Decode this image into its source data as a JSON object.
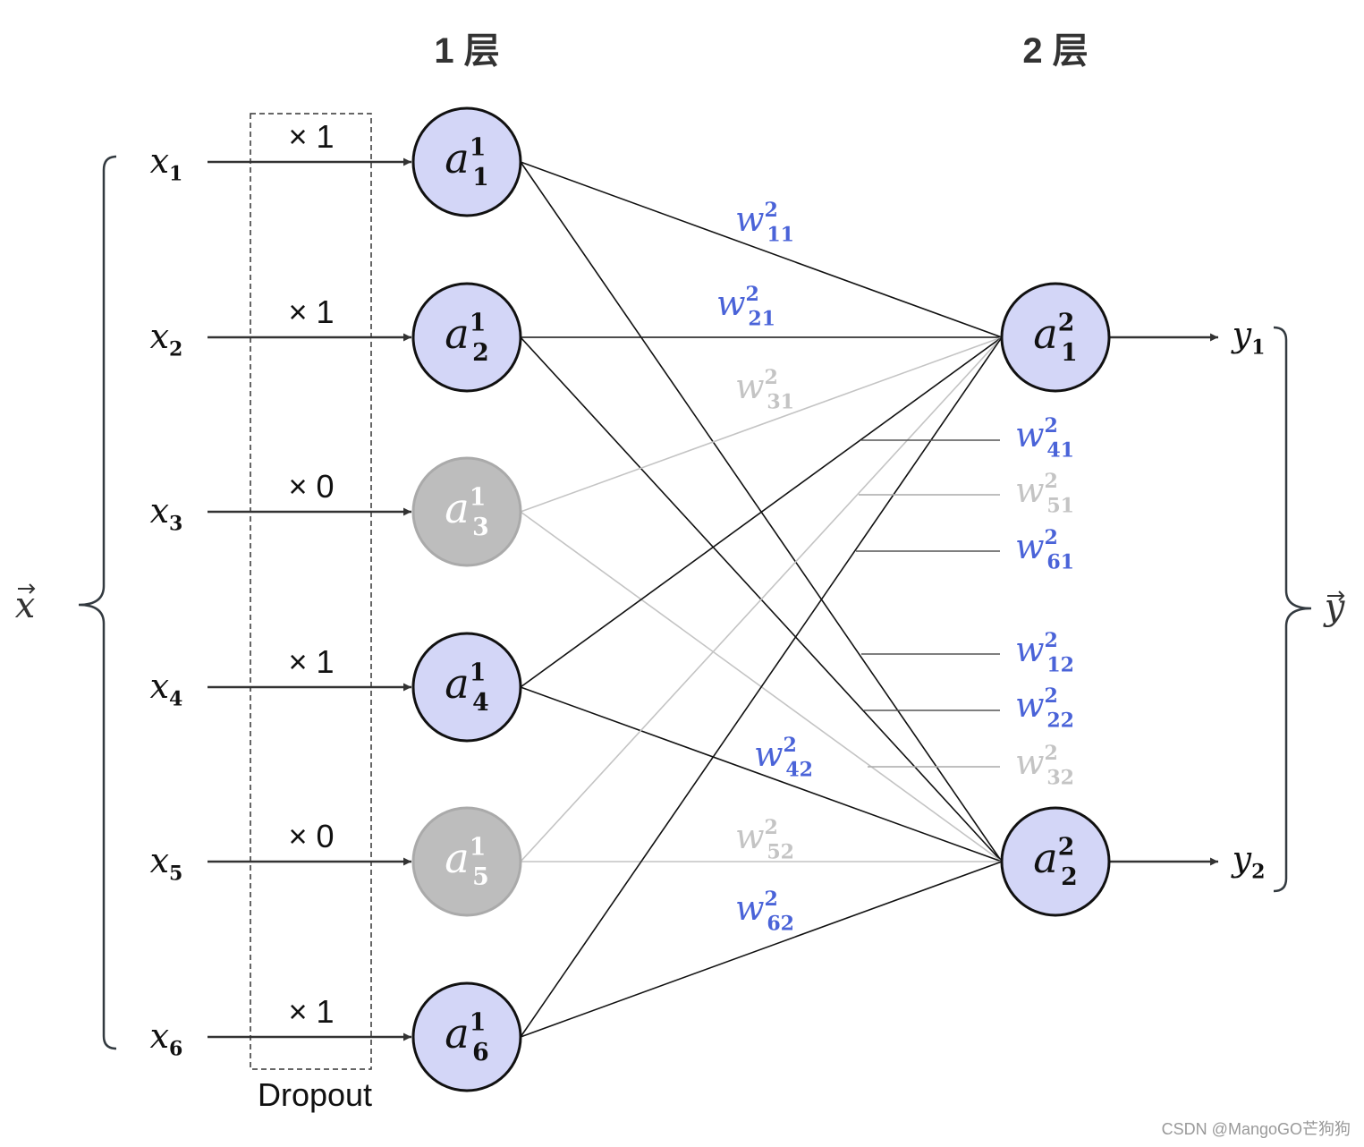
{
  "layers": [
    {
      "label": "1 层"
    },
    {
      "label": "2 层"
    }
  ],
  "inputs": [
    {
      "base": "x",
      "sub": "1",
      "mult": "× 1",
      "kept": true
    },
    {
      "base": "x",
      "sub": "2",
      "mult": "× 1",
      "kept": true
    },
    {
      "base": "x",
      "sub": "3",
      "mult": "× 0",
      "kept": false
    },
    {
      "base": "x",
      "sub": "4",
      "mult": "× 1",
      "kept": true
    },
    {
      "base": "x",
      "sub": "5",
      "mult": "× 0",
      "kept": false
    },
    {
      "base": "x",
      "sub": "6",
      "mult": "× 1",
      "kept": true
    }
  ],
  "hidden_nodes": [
    {
      "base": "a",
      "sup": "1",
      "sub": "1",
      "active": true
    },
    {
      "base": "a",
      "sup": "1",
      "sub": "2",
      "active": true
    },
    {
      "base": "a",
      "sup": "1",
      "sub": "3",
      "active": false
    },
    {
      "base": "a",
      "sup": "1",
      "sub": "4",
      "active": true
    },
    {
      "base": "a",
      "sup": "1",
      "sub": "5",
      "active": false
    },
    {
      "base": "a",
      "sup": "1",
      "sub": "6",
      "active": true
    }
  ],
  "output_nodes": [
    {
      "base": "a",
      "sup": "2",
      "sub": "1"
    },
    {
      "base": "a",
      "sup": "2",
      "sub": "2"
    }
  ],
  "outputs": [
    {
      "base": "y",
      "sub": "1"
    },
    {
      "base": "y",
      "sub": "2"
    }
  ],
  "vector_labels": {
    "input": "x",
    "output": "y"
  },
  "dropout_label": "Dropout",
  "weights": [
    {
      "base": "w",
      "sup": "2",
      "sub": "11",
      "active": true
    },
    {
      "base": "w",
      "sup": "2",
      "sub": "21",
      "active": true
    },
    {
      "base": "w",
      "sup": "2",
      "sub": "31",
      "active": false
    },
    {
      "base": "w",
      "sup": "2",
      "sub": "41",
      "active": true
    },
    {
      "base": "w",
      "sup": "2",
      "sub": "51",
      "active": false
    },
    {
      "base": "w",
      "sup": "2",
      "sub": "61",
      "active": true
    },
    {
      "base": "w",
      "sup": "2",
      "sub": "12",
      "active": true
    },
    {
      "base": "w",
      "sup": "2",
      "sub": "22",
      "active": true
    },
    {
      "base": "w",
      "sup": "2",
      "sub": "32",
      "active": false
    },
    {
      "base": "w",
      "sup": "2",
      "sub": "42",
      "active": true
    },
    {
      "base": "w",
      "sup": "2",
      "sub": "52",
      "active": false
    },
    {
      "base": "w",
      "sup": "2",
      "sub": "62",
      "active": true
    }
  ],
  "watermark": "CSDN @MangoGO芒狗狗",
  "colors": {
    "node_active_fill": "#d3d6f7",
    "node_inactive_fill": "#bdbdbd",
    "node_active_stroke": "#111111",
    "node_inactive_stroke": "#aaaaaa",
    "edge_active": "#111111",
    "edge_inactive": "#c4c4c4",
    "weight_active": "#4a63d8",
    "weight_inactive": "#c4c4c4",
    "bracket": "#333a40",
    "watermark": "#999999"
  }
}
